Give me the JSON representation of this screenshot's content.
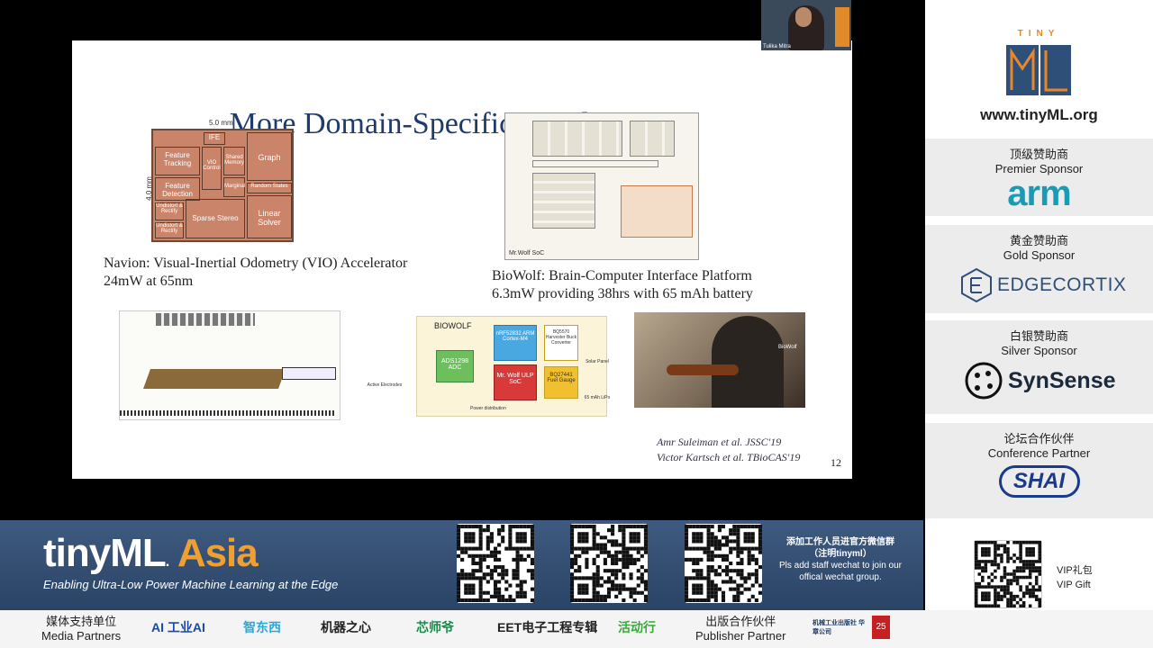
{
  "slide": {
    "title": "More Domain-Specific Accelerators ?",
    "navion_caption_1": "Navion: Visual-Inertial Odometry (VIO) Accelerator",
    "navion_caption_2": "24mW at 65nm",
    "biowolf_caption_1": "BioWolf: Brain-Computer Interface Platform",
    "biowolf_caption_2": "6.3mW providing 38hrs with 65 mAh battery",
    "chip_width_label": "5.0 mm",
    "chip_height_label": "4.0 mm",
    "chip_blocks": [
      "IFE",
      "Feature Tracking",
      "VIO Control",
      "Shared Memory",
      "Graph",
      "Feature Detection",
      "Marginal",
      "Random States",
      "Undistort & Rectify",
      "Sparse Stereo",
      "Linear Solver",
      "Undistort & Rectify"
    ],
    "soc_label": "Mr.Wolf SoC",
    "biowolf_diagram": {
      "title": "BIOWOLF",
      "blocks": [
        "ADS1298 ADC",
        "nRF52832 ARM Cortex-M4",
        "Mr. Wolf ULP SoC",
        "BQ5570 Harvester Buck Converter",
        "BQ27441 Fuel Gauge",
        "Solar Panel",
        "65 mAh LiPo",
        "Active Electrodes",
        "Power distribution"
      ]
    },
    "photo_label": "BioWolf",
    "cite_1": "Amr Suleiman et al. JSSC'19",
    "cite_2": "Victor Kartsch et al. TBioCAS'19",
    "page_number": "12"
  },
  "presenter": {
    "name": "Tulika Mitra"
  },
  "sponsors": {
    "tinyml_top": "TINY",
    "url": "www.tinyML.org",
    "premier": {
      "cn": "顶级赞助商",
      "en": "Premier Sponsor",
      "logo": "arm"
    },
    "gold": {
      "cn": "黄金赞助商",
      "en": "Gold Sponsor",
      "logo": "EDGECORTIX"
    },
    "silver": {
      "cn": "白银赞助商",
      "en": "Silver Sponsor",
      "logo": "SynSense"
    },
    "conference": {
      "cn": "论坛合作伙伴",
      "en": "Conference Partner",
      "logo": "SHAI"
    }
  },
  "banner": {
    "brand_a": "tinyML",
    "brand_b": "Asia",
    "tagline": "Enabling Ultra-Low Power Machine Learning at the Edge",
    "wechat_cn_1": "添加工作人员进官方微信群",
    "wechat_cn_2": "（注明tinyml）",
    "wechat_en": "Pls add staff wechat to join our offical wechat group.",
    "vip_cn": "VIP礼包",
    "vip_en": "VIP Gift"
  },
  "media": {
    "label_cn": "媒体支持单位",
    "label_en": "Media Partners",
    "logos": [
      "AI 工业AI",
      "智东西",
      "机器之心",
      "芯师爷",
      "EET电子工程专辑",
      "活动行"
    ],
    "publisher_cn": "出版合作伙伴",
    "publisher_en": "Publisher Partner",
    "publisher_logo": "机械工业出版社 华章公司"
  },
  "colors": {
    "banner": "#2f4b70",
    "asia": "#f0a030",
    "arm": "#1a9bb4",
    "slide_title": "#1f3b6b"
  }
}
